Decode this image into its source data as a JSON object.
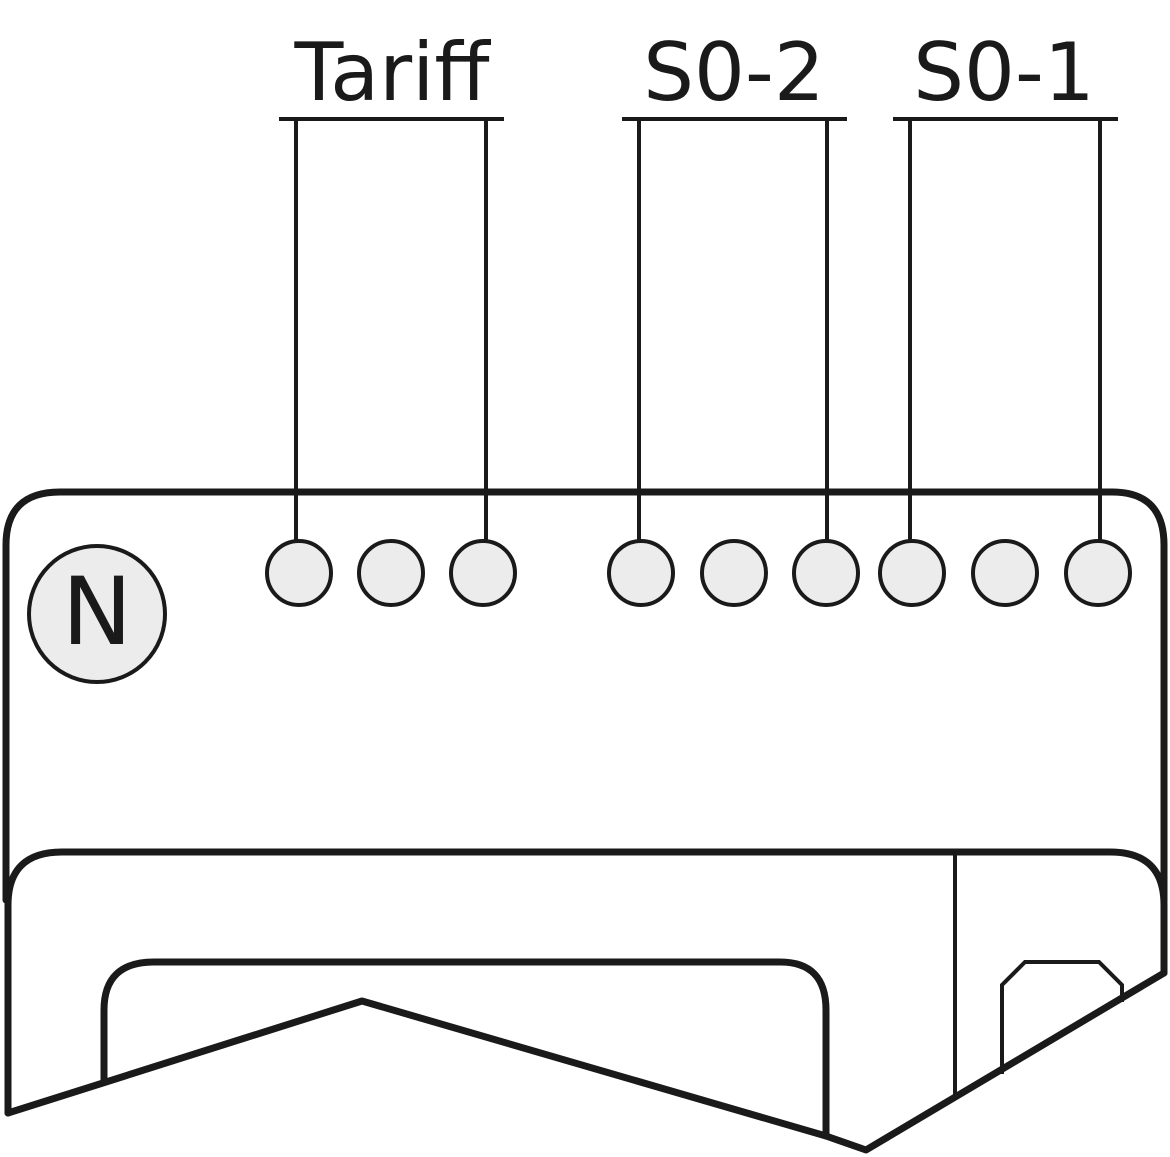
{
  "diagram": {
    "groups": [
      {
        "id": "tariff",
        "label": "Tariff"
      },
      {
        "id": "s0-2",
        "label": "S0-2"
      },
      {
        "id": "s0-1",
        "label": "S0-1"
      }
    ],
    "neutral_label": "N",
    "terminal_count": 9,
    "colors": {
      "stroke": "#1a1a1a",
      "terminal_fill": "#ececec",
      "background": "#ffffff"
    }
  }
}
